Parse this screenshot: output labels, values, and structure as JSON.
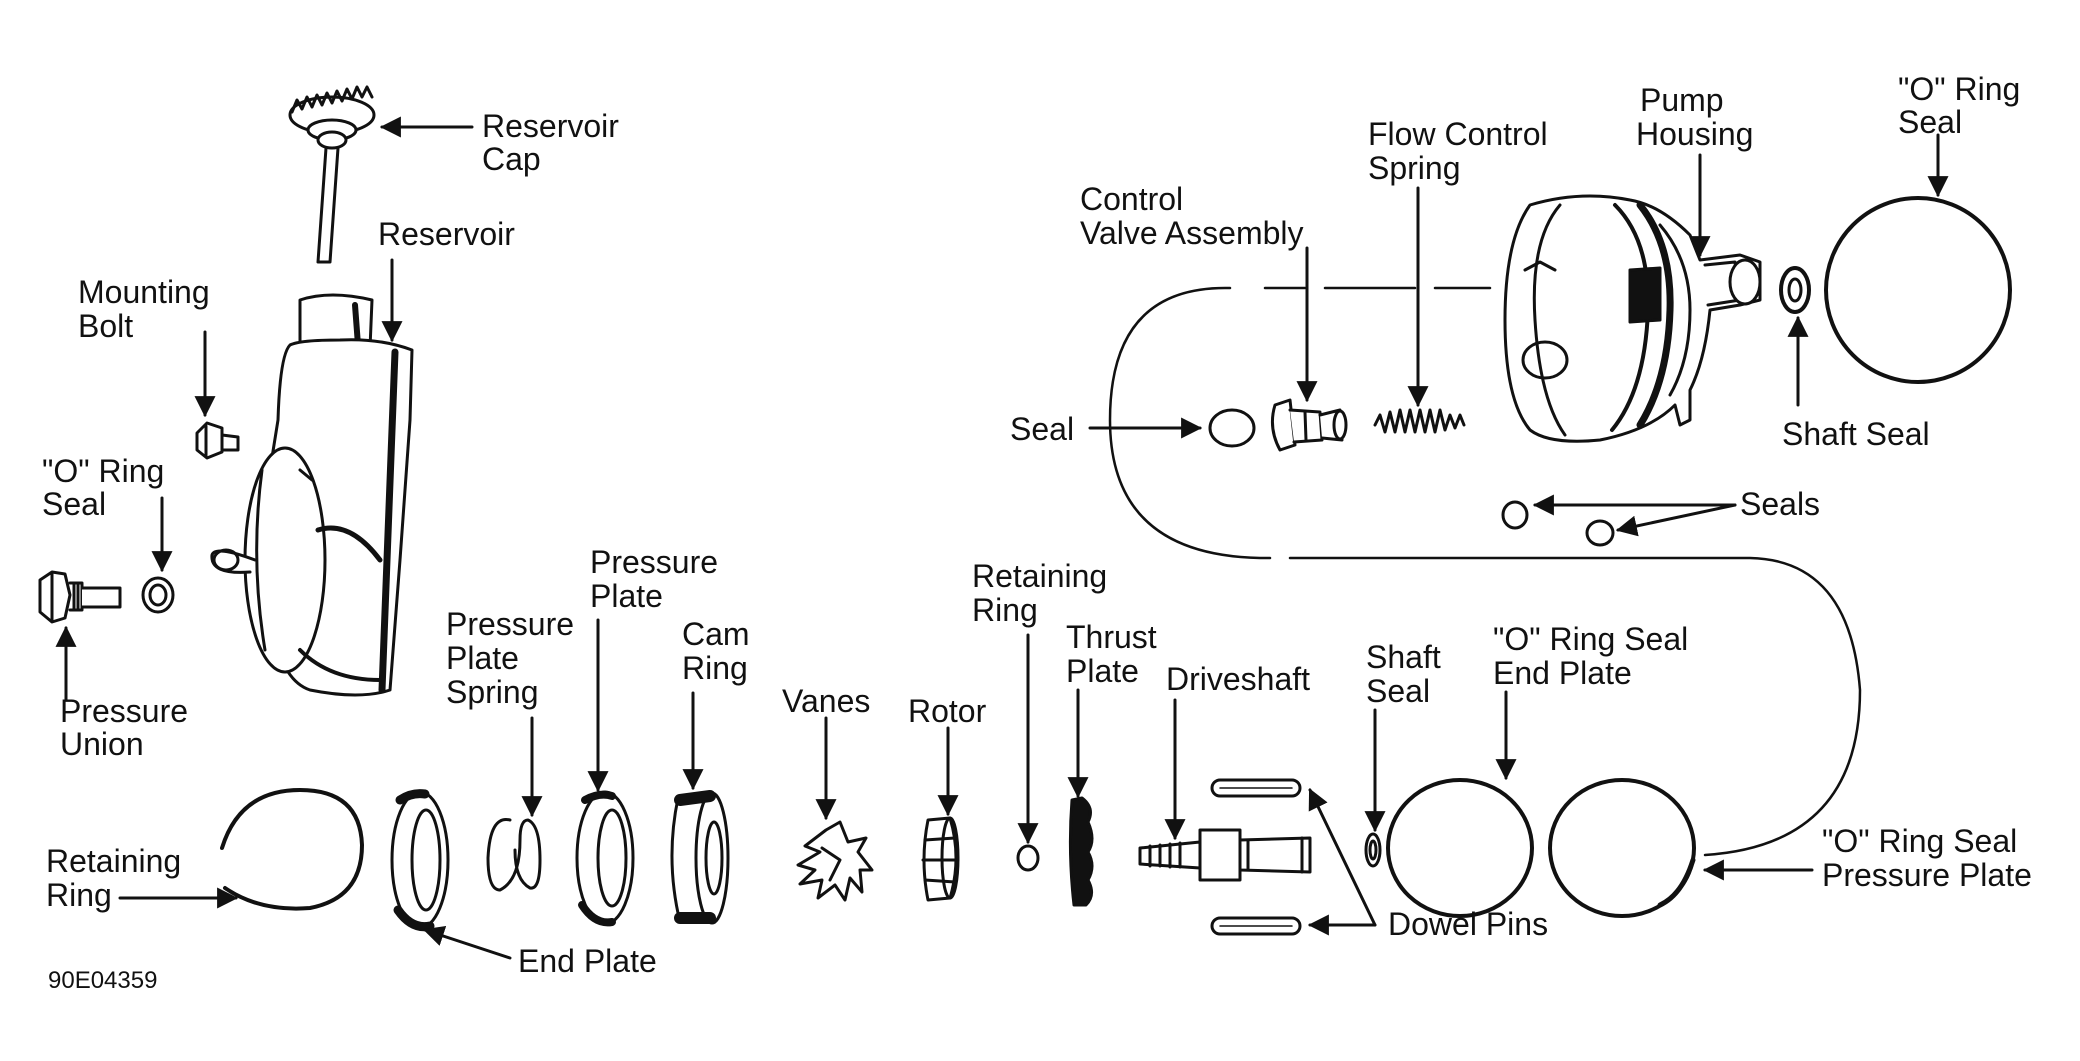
{
  "labels": {
    "reservoir_cap": [
      "Reservoir",
      "Cap"
    ],
    "reservoir": [
      "Reservoir"
    ],
    "mounting_bolt": [
      "Mounting",
      "Bolt"
    ],
    "o_ring_seal_left": [
      "\"O\" Ring",
      "Seal"
    ],
    "pressure_union": [
      "Pressure",
      "Union"
    ],
    "retaining_ring_left": [
      "Retaining",
      "Ring"
    ],
    "end_plate": [
      "End Plate"
    ],
    "pressure_plate_spring": [
      "Pressure",
      "Plate",
      "Spring"
    ],
    "pressure_plate": [
      "Pressure",
      "Plate"
    ],
    "cam_ring": [
      "Cam",
      "Ring"
    ],
    "vanes": [
      "Vanes"
    ],
    "rotor": [
      "Rotor"
    ],
    "retaining_ring_mid": [
      "Retaining",
      "Ring"
    ],
    "thrust_plate": [
      "Thrust",
      "Plate"
    ],
    "driveshaft": [
      "Driveshaft"
    ],
    "dowel_pins": [
      "Dowel Pins"
    ],
    "shaft_seal_bottom": [
      "Shaft",
      "Seal"
    ],
    "o_ring_seal_end_plate": [
      "\"O\" Ring Seal",
      "End Plate"
    ],
    "o_ring_seal_pressure_plate": [
      "\"O\" Ring Seal",
      "Pressure Plate"
    ],
    "control_valve_assembly": [
      "Control",
      "Valve Assembly"
    ],
    "flow_control_spring": [
      "Flow Control",
      "Spring"
    ],
    "pump_housing": [
      "Pump",
      "Housing"
    ],
    "o_ring_seal_top": [
      "\"O\" Ring",
      "Seal"
    ],
    "seal": [
      "Seal"
    ],
    "shaft_seal_top": [
      "Shaft Seal"
    ],
    "seals": [
      "Seals"
    ]
  },
  "figure_id": "90E04359"
}
